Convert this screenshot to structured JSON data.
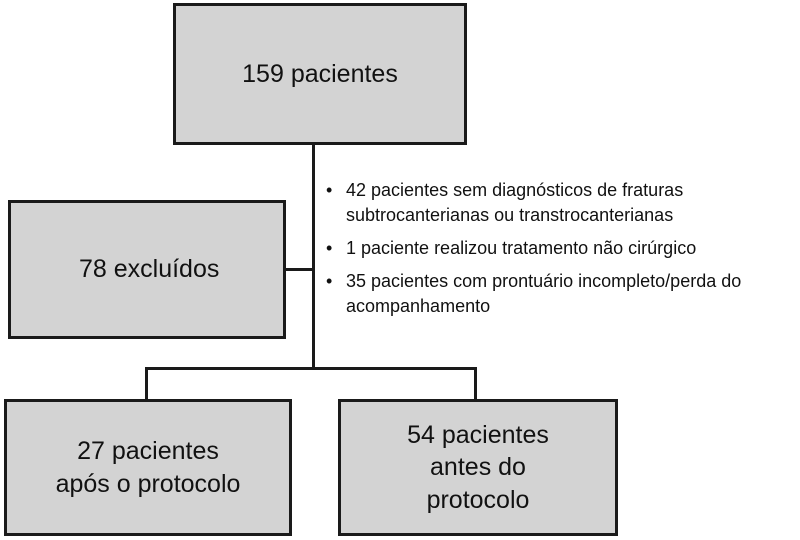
{
  "boxes": {
    "total": "159 pacientes",
    "excluded": "78 excluídos",
    "after_protocol": "27 pacientes\napós o protocolo",
    "before_protocol": "54 pacientes\nantes do\nprotocolo"
  },
  "exclusion_reasons": [
    "42 pacientes sem diagnósticos de fraturas subtrocanterianas ou transtrocanterianas",
    "1 paciente realizou tratamento não cirúrgico",
    "35 pacientes com prontuário incompleto/perda do acompanhamento"
  ],
  "colors": {
    "box_fill": "#d3d3d3",
    "border": "#1a1a1a"
  }
}
